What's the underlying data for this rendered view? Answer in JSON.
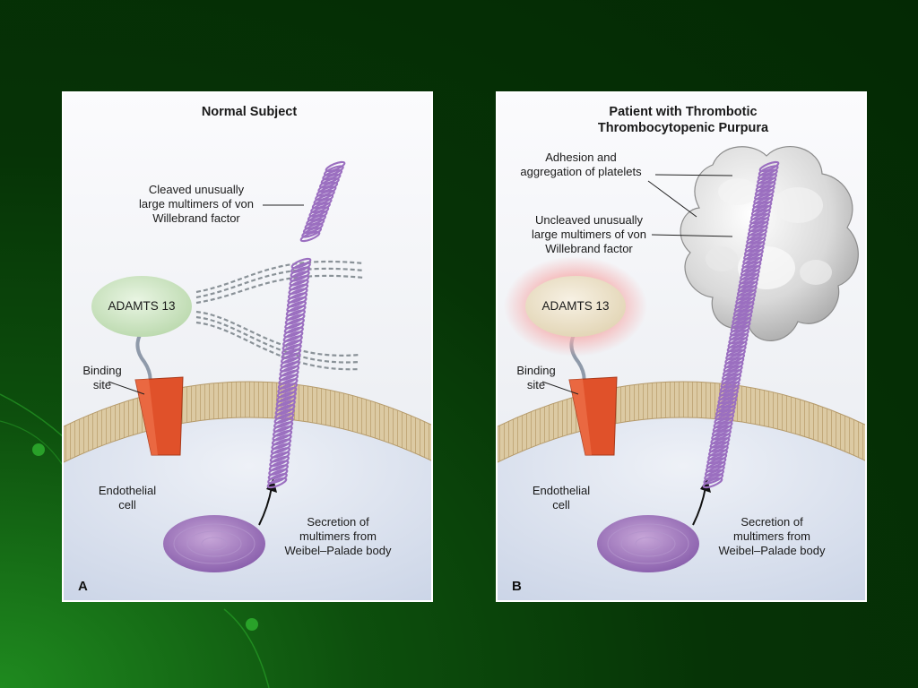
{
  "panel_a": {
    "letter": "A",
    "title": "Normal Subject",
    "vwf_label": [
      "Cleaved unusually",
      "large multimers of von",
      "Willebrand factor"
    ],
    "adamts_label": "ADAMTS 13",
    "binding_label": [
      "Binding",
      "site"
    ],
    "cell_label": [
      "Endothelial",
      "cell"
    ],
    "secretion_label": [
      "Secretion of",
      "multimers from",
      "Weibel–Palade body"
    ]
  },
  "panel_b": {
    "letter": "B",
    "title": [
      "Patient with Thrombotic",
      "Thrombocytopenic Purpura"
    ],
    "platelet_label": [
      "Adhesion and",
      "aggregation of platelets"
    ],
    "vwf_label": [
      "Uncleaved unusually",
      "large multimers of von",
      "Willebrand factor"
    ],
    "adamts_label": "ADAMTS 13",
    "binding_label": [
      "Binding",
      "site"
    ],
    "cell_label": [
      "Endothelial",
      "cell"
    ],
    "secretion_label": [
      "Secretion of",
      "multimers from",
      "Weibel–Palade body"
    ]
  },
  "colors": {
    "coil": "#9b6fc0",
    "adamts_normal": "#cde6c4",
    "adamts_patient": "#efe4cc",
    "binding_site": "#e0512a",
    "membrane": "#d9c7a0",
    "cell_interior": "#e4e9f3",
    "platelet": "#cfcfcf"
  }
}
